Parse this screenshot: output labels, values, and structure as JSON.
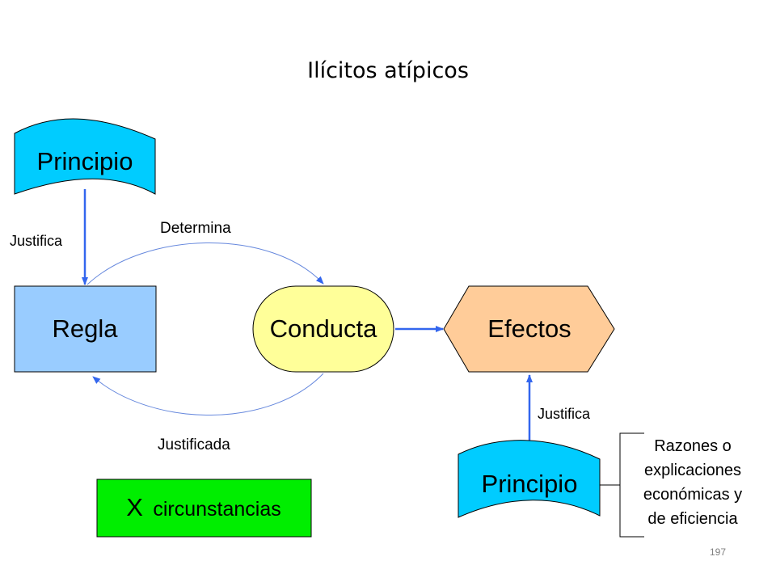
{
  "slide": {
    "title": "Ilícitos atípicos",
    "page_number": "197"
  },
  "nodes": {
    "principio_top": "Principio",
    "regla": "Regla",
    "conducta": "Conducta",
    "efectos": "Efectos",
    "principio_bottom": "Principio",
    "circunstancias_x": "X",
    "circunstancias_text": "circunstancias",
    "razones_lines": [
      "Razones o",
      "explicaciones",
      "económicas y",
      "de eficiencia"
    ]
  },
  "edges": {
    "justifica_left": "Justifica",
    "determina": "Determina",
    "justificada": "Justificada",
    "justifica_right": "Justifica"
  },
  "colors": {
    "principio_fill": "#00ccff",
    "regla_fill": "#99ccff",
    "conducta_fill": "#ffff99",
    "efectos_fill": "#ffcc99",
    "circunstancias_fill": "#00ee00",
    "arrow": "#3366ee"
  }
}
